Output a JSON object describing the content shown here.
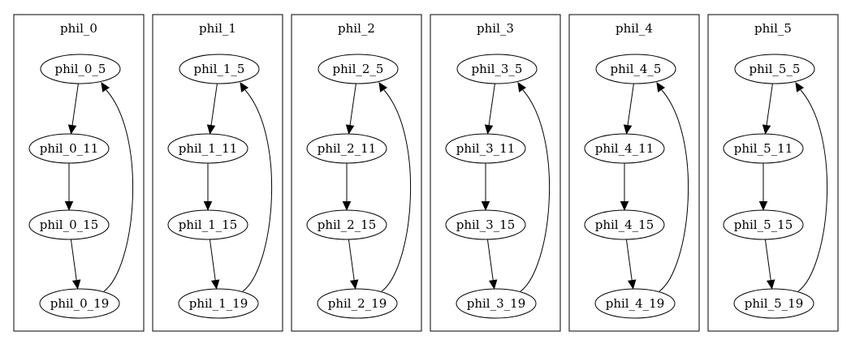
{
  "clusters": [
    {
      "label": "phil_0",
      "nodes": [
        "phil_0_5",
        "phil_0_11",
        "phil_0_15",
        "phil_0_19"
      ]
    },
    {
      "label": "phil_1",
      "nodes": [
        "phil_1_5",
        "phil_1_11",
        "phil_1_15",
        "phil_1_19"
      ]
    },
    {
      "label": "phil_2",
      "nodes": [
        "phil_2_5",
        "phil_2_11",
        "phil_2_15",
        "phil_2_19"
      ]
    },
    {
      "label": "phil_3",
      "nodes": [
        "phil_3_5",
        "phil_3_11",
        "phil_3_15",
        "phil_3_19"
      ]
    },
    {
      "label": "phil_4",
      "nodes": [
        "phil_4_5",
        "phil_4_11",
        "phil_4_15",
        "phil_4_19"
      ]
    },
    {
      "label": "phil_5",
      "nodes": [
        "phil_5_5",
        "phil_5_11",
        "phil_5_15",
        "phil_5_19"
      ]
    }
  ],
  "edges": [
    [
      "_5",
      "_11"
    ],
    [
      "_11",
      "_15"
    ],
    [
      "_15",
      "_19"
    ],
    [
      "_19",
      "_5"
    ]
  ]
}
